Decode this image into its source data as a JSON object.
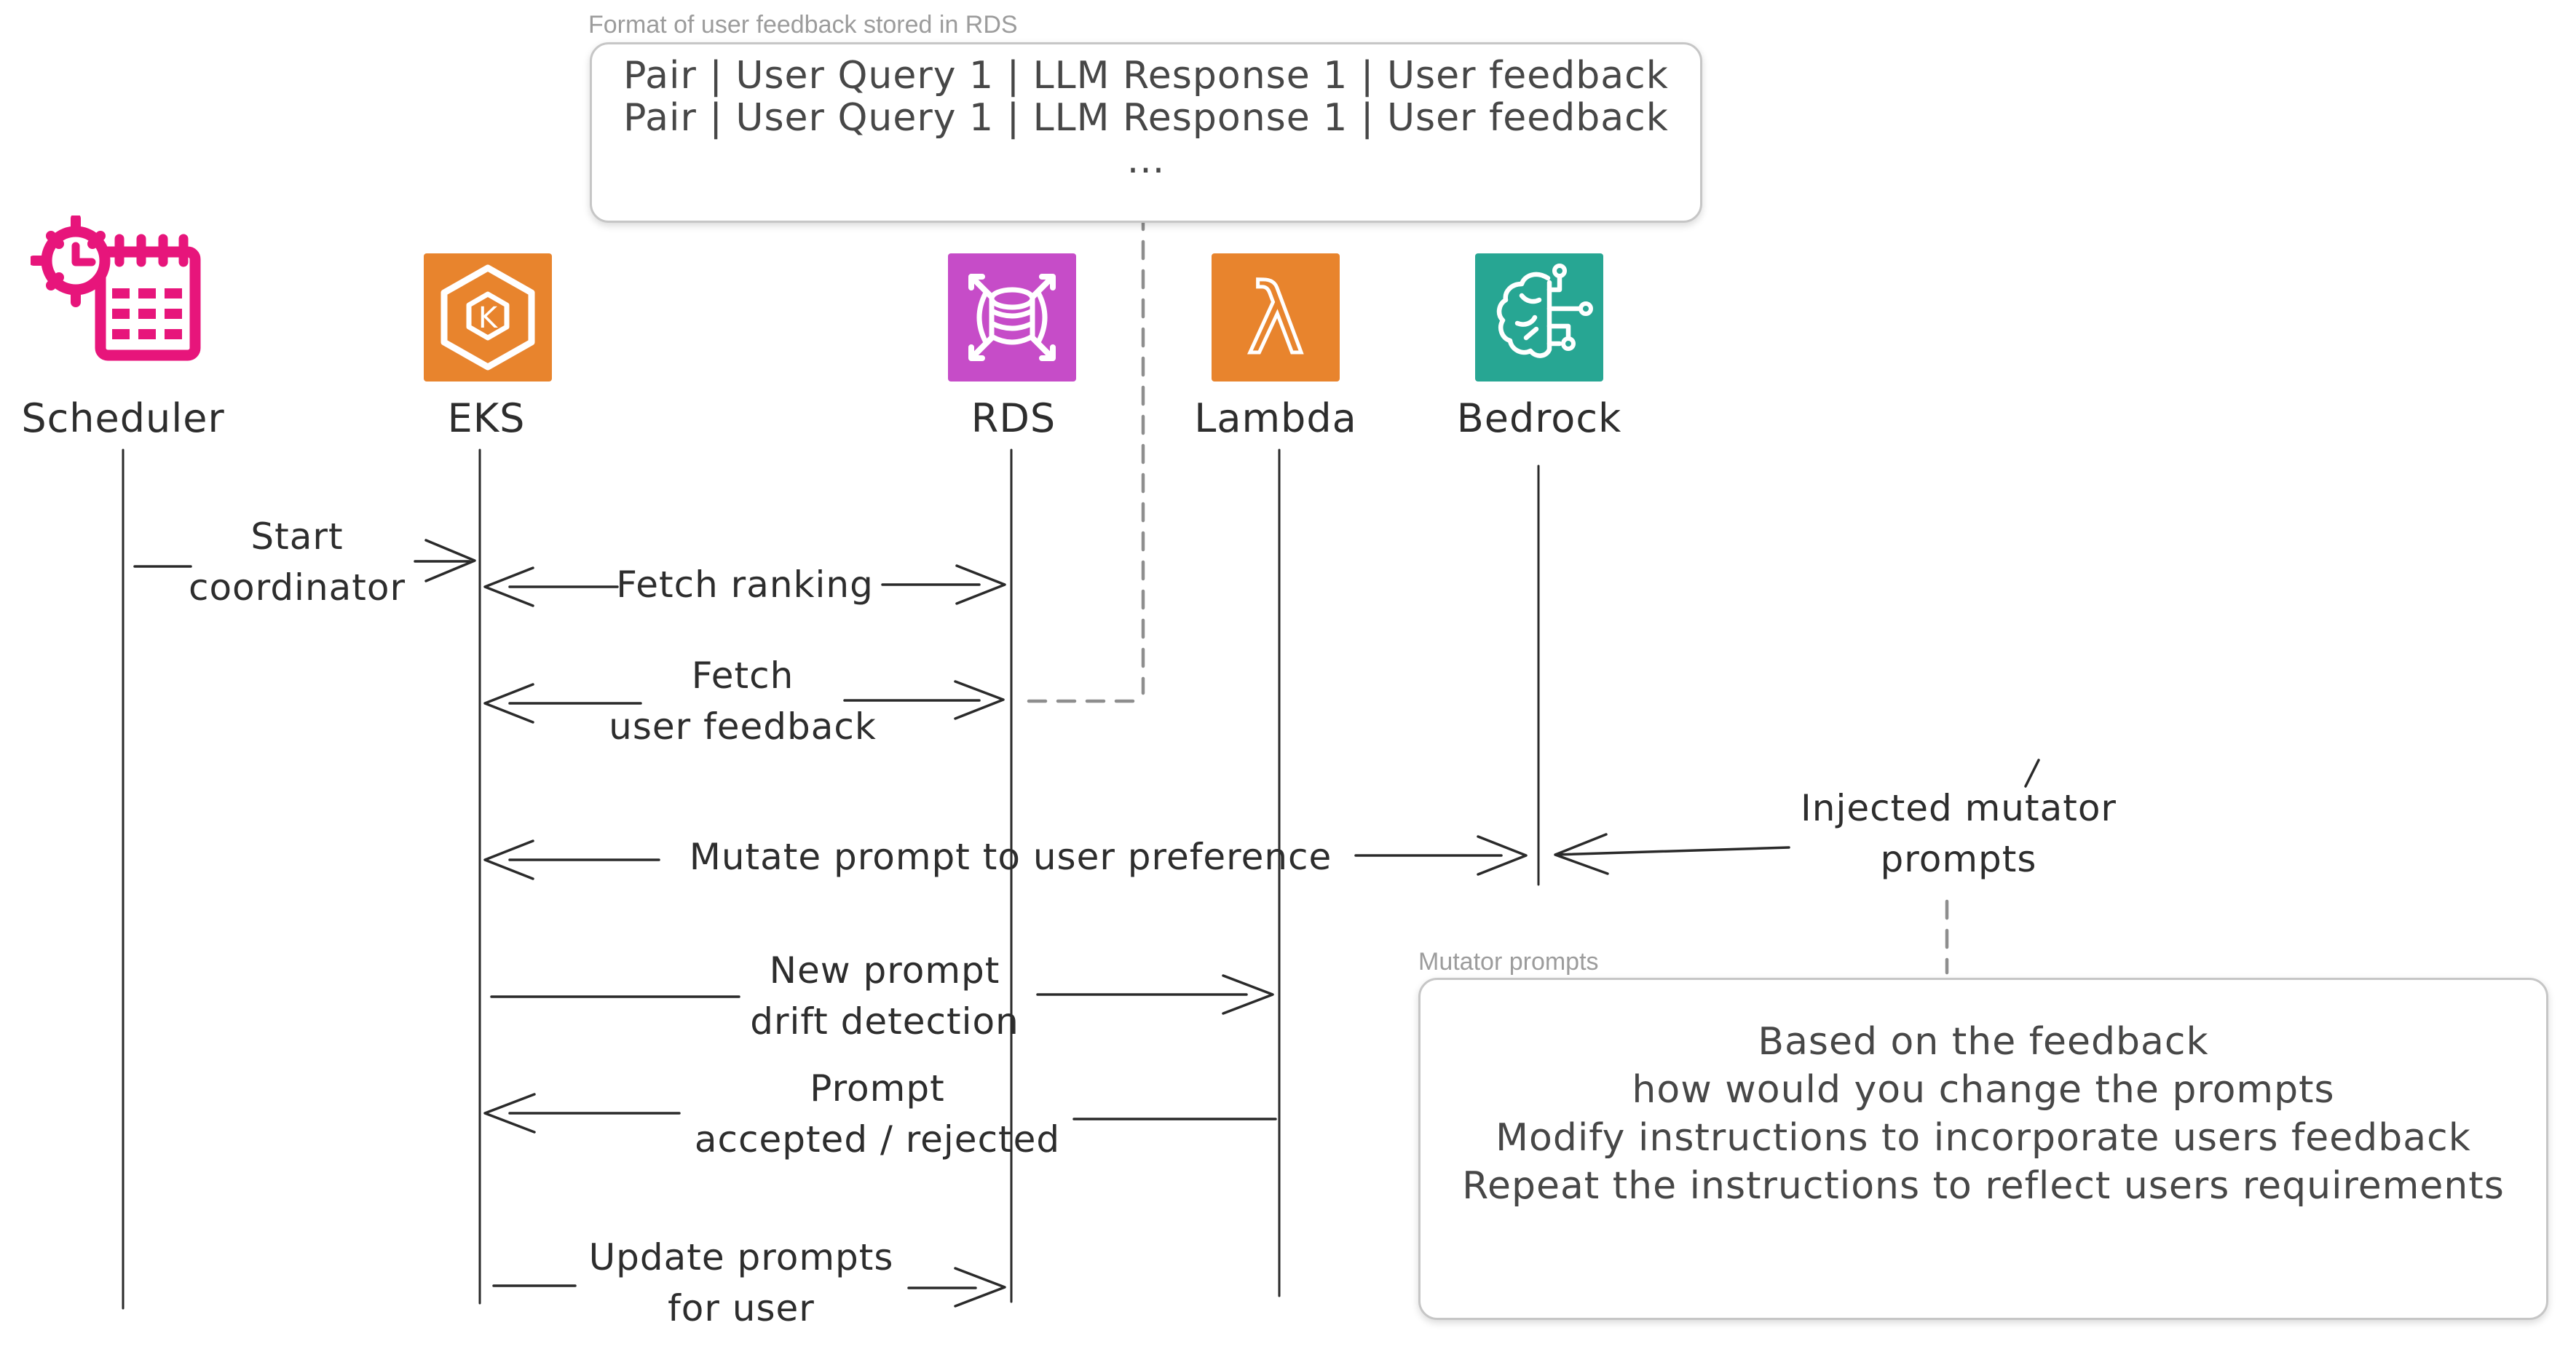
{
  "colors": {
    "arrow": "#2a2a2a",
    "text": "#2d2d2d",
    "note": "#474747",
    "dash": "#8e8e8e",
    "border": "#c6c6c6",
    "gray": "#9c9c9c"
  },
  "actors": {
    "scheduler": {
      "label": "Scheduler",
      "color": "#E7157B"
    },
    "eks": {
      "label": "EKS",
      "color": "#E8842D",
      "icon_letter": "K"
    },
    "rds": {
      "label": "RDS",
      "color": "#C64CC8"
    },
    "lambda": {
      "label": "Lambda",
      "color": "#E8842D"
    },
    "bedrock": {
      "label": "Bedrock",
      "color": "#27A693"
    }
  },
  "top_note": {
    "label": "Format of user feedback stored in RDS",
    "line1": "Pair | User Query 1 | LLM Response 1 | User feedback",
    "line2": "Pair | User Query 1 | LLM Response 1 | User feedback",
    "line3": "..."
  },
  "bottom_note": {
    "label": "Mutator prompts",
    "line1": "Based on the feedback",
    "line2": "how would you change the prompts",
    "line3": "Modify instructions to incorporate users feedback",
    "line4": "Repeat the instructions to reflect users requirements"
  },
  "messages": {
    "start_coordinator": {
      "line1": "Start",
      "line2": "coordinator"
    },
    "fetch_ranking": {
      "line1": "Fetch ranking"
    },
    "fetch_user_feedback": {
      "line1": "Fetch",
      "line2": "user feedback"
    },
    "mutate_prompt": {
      "line1": "Mutate prompt to user preference"
    },
    "injected_mutator": {
      "line1": "Injected mutator",
      "line2": "prompts"
    },
    "new_prompt_drift": {
      "line1": "New prompt",
      "line2": "drift detection"
    },
    "prompt_accepted": {
      "line1": "Prompt",
      "line2": "accepted / rejected"
    },
    "update_prompts": {
      "line1": "Update prompts",
      "line2": "for user"
    }
  }
}
